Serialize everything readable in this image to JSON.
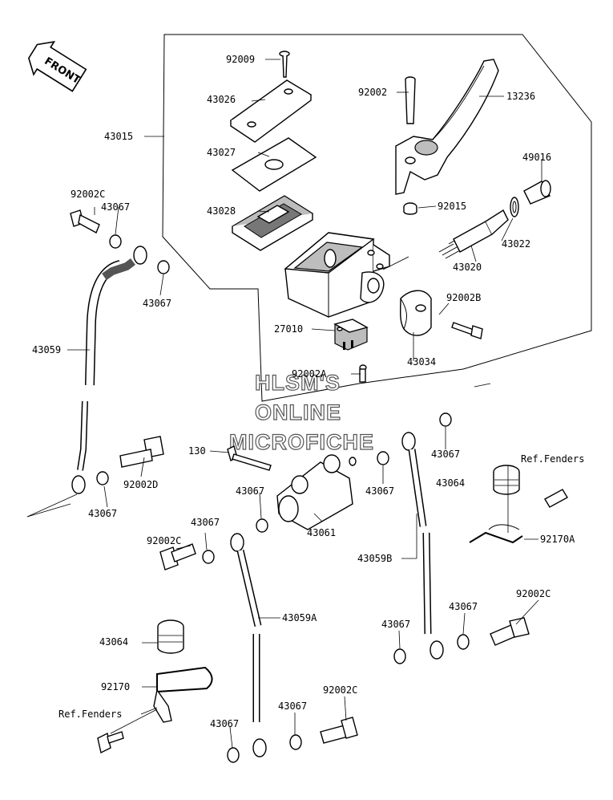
{
  "front_label": "FRONT",
  "watermark": [
    "HLSM'S",
    "ONLINE",
    "MICROFICHE"
  ],
  "callouts": [
    {
      "key": "92009",
      "text": "92009"
    },
    {
      "key": "43026",
      "text": "43026"
    },
    {
      "key": "43015",
      "text": "43015"
    },
    {
      "key": "43027",
      "text": "43027"
    },
    {
      "key": "43028",
      "text": "43028"
    },
    {
      "key": "92002_top",
      "text": "92002"
    },
    {
      "key": "13236",
      "text": "13236"
    },
    {
      "key": "49016",
      "text": "49016"
    },
    {
      "key": "92015",
      "text": "92015"
    },
    {
      "key": "43022",
      "text": "43022"
    },
    {
      "key": "43020",
      "text": "43020"
    },
    {
      "key": "92002B",
      "text": "92002B"
    },
    {
      "key": "27010",
      "text": "27010"
    },
    {
      "key": "43034",
      "text": "43034"
    },
    {
      "key": "92002A",
      "text": "92002A"
    },
    {
      "key": "92002C_a",
      "text": "92002C"
    },
    {
      "key": "43067_a",
      "text": "43067"
    },
    {
      "key": "43067_b",
      "text": "43067"
    },
    {
      "key": "43059",
      "text": "43059"
    },
    {
      "key": "92002D",
      "text": "92002D"
    },
    {
      "key": "43067_c",
      "text": "43067"
    },
    {
      "key": "130",
      "text": "130"
    },
    {
      "key": "43067_d",
      "text": "43067"
    },
    {
      "key": "43067_e",
      "text": "43067"
    },
    {
      "key": "43061",
      "text": "43061"
    },
    {
      "key": "43067_f",
      "text": "43067"
    },
    {
      "key": "ref_fenders_right",
      "text": "Ref.Fenders"
    },
    {
      "key": "43064_right",
      "text": "43064"
    },
    {
      "key": "92170A",
      "text": "92170A"
    },
    {
      "key": "43059B",
      "text": "43059B"
    },
    {
      "key": "92002C_b",
      "text": "92002C"
    },
    {
      "key": "43067_g",
      "text": "43067"
    },
    {
      "key": "43059A",
      "text": "43059A"
    },
    {
      "key": "43067_h",
      "text": "43067"
    },
    {
      "key": "43067_i",
      "text": "43067"
    },
    {
      "key": "92002C_c",
      "text": "92002C"
    },
    {
      "key": "43064_left",
      "text": "43064"
    },
    {
      "key": "92170",
      "text": "92170"
    },
    {
      "key": "ref_fenders_left",
      "text": "Ref.Fenders"
    },
    {
      "key": "43067_j",
      "text": "43067"
    },
    {
      "key": "43067_k",
      "text": "43067"
    },
    {
      "key": "92002C_d",
      "text": "92002C"
    }
  ]
}
